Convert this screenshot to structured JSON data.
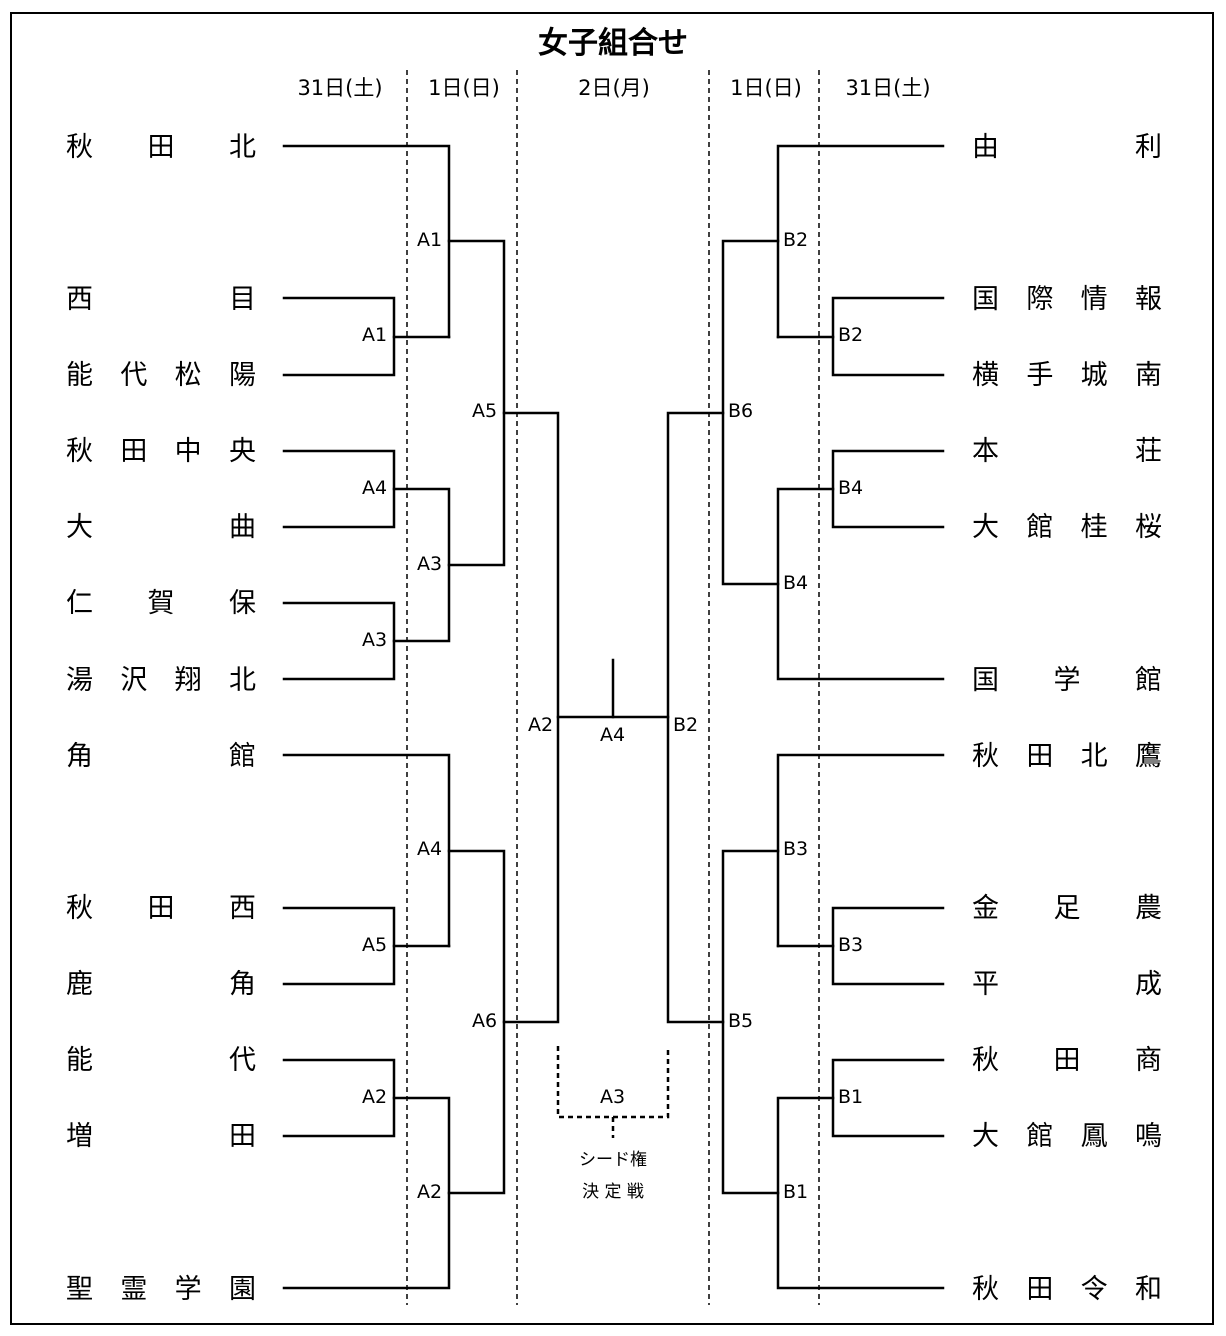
{
  "title": "女子組合せ",
  "columns": {
    "left_day1": "31日(土)",
    "left_day2": "1日(日)",
    "center_day": "2日(月)",
    "right_day2": "1日(日)",
    "right_day1": "31日(土)"
  },
  "left_teams": [
    [
      "秋",
      "田",
      "北"
    ],
    [
      "西",
      "目"
    ],
    [
      "能",
      "代",
      "松",
      "陽"
    ],
    [
      "秋",
      "田",
      "中",
      "央"
    ],
    [
      "大",
      "曲"
    ],
    [
      "仁",
      "賀",
      "保"
    ],
    [
      "湯",
      "沢",
      "翔",
      "北"
    ],
    [
      "角",
      "館"
    ],
    [
      "秋",
      "田",
      "西"
    ],
    [
      "鹿",
      "角"
    ],
    [
      "能",
      "代"
    ],
    [
      "増",
      "田"
    ],
    [
      "聖",
      "霊",
      "学",
      "園"
    ]
  ],
  "right_teams": [
    [
      "由",
      "利"
    ],
    [
      "国",
      "際",
      "情",
      "報"
    ],
    [
      "横",
      "手",
      "城",
      "南"
    ],
    [
      "本",
      "荘"
    ],
    [
      "大",
      "館",
      "桂",
      "桜"
    ],
    [
      "国",
      "学",
      "館"
    ],
    [
      "秋",
      "田",
      "北",
      "鷹"
    ],
    [
      "金",
      "足",
      "農"
    ],
    [
      "平",
      "成"
    ],
    [
      "秋",
      "田",
      "商"
    ],
    [
      "大",
      "館",
      "鳳",
      "鳴"
    ],
    [
      "秋",
      "田",
      "令",
      "和"
    ]
  ],
  "match_labels": {
    "l_r1_a": "A1",
    "l_r1_b": "A4",
    "l_r1_c": "A3",
    "l_r1_d": "A5",
    "l_r1_e": "A2",
    "l_r2_a": "A1",
    "l_r2_b": "A3",
    "l_r2_c": "A4",
    "l_r2_d": "A2",
    "l_r3_a": "A5",
    "l_r3_b": "A6",
    "l_semi": "A2",
    "final": "A4",
    "r_semi": "B2",
    "r_r3_a": "B6",
    "r_r3_b": "B5",
    "r_r2_a": "B2",
    "r_r2_b": "B4",
    "r_r2_c": "B3",
    "r_r2_d": "B1",
    "r_r1_a": "B2",
    "r_r1_b": "B4",
    "r_r1_c": "B3",
    "r_r1_d": "B1",
    "third": "A3"
  },
  "third_place_note": [
    "シード権",
    "決 定 戦"
  ]
}
